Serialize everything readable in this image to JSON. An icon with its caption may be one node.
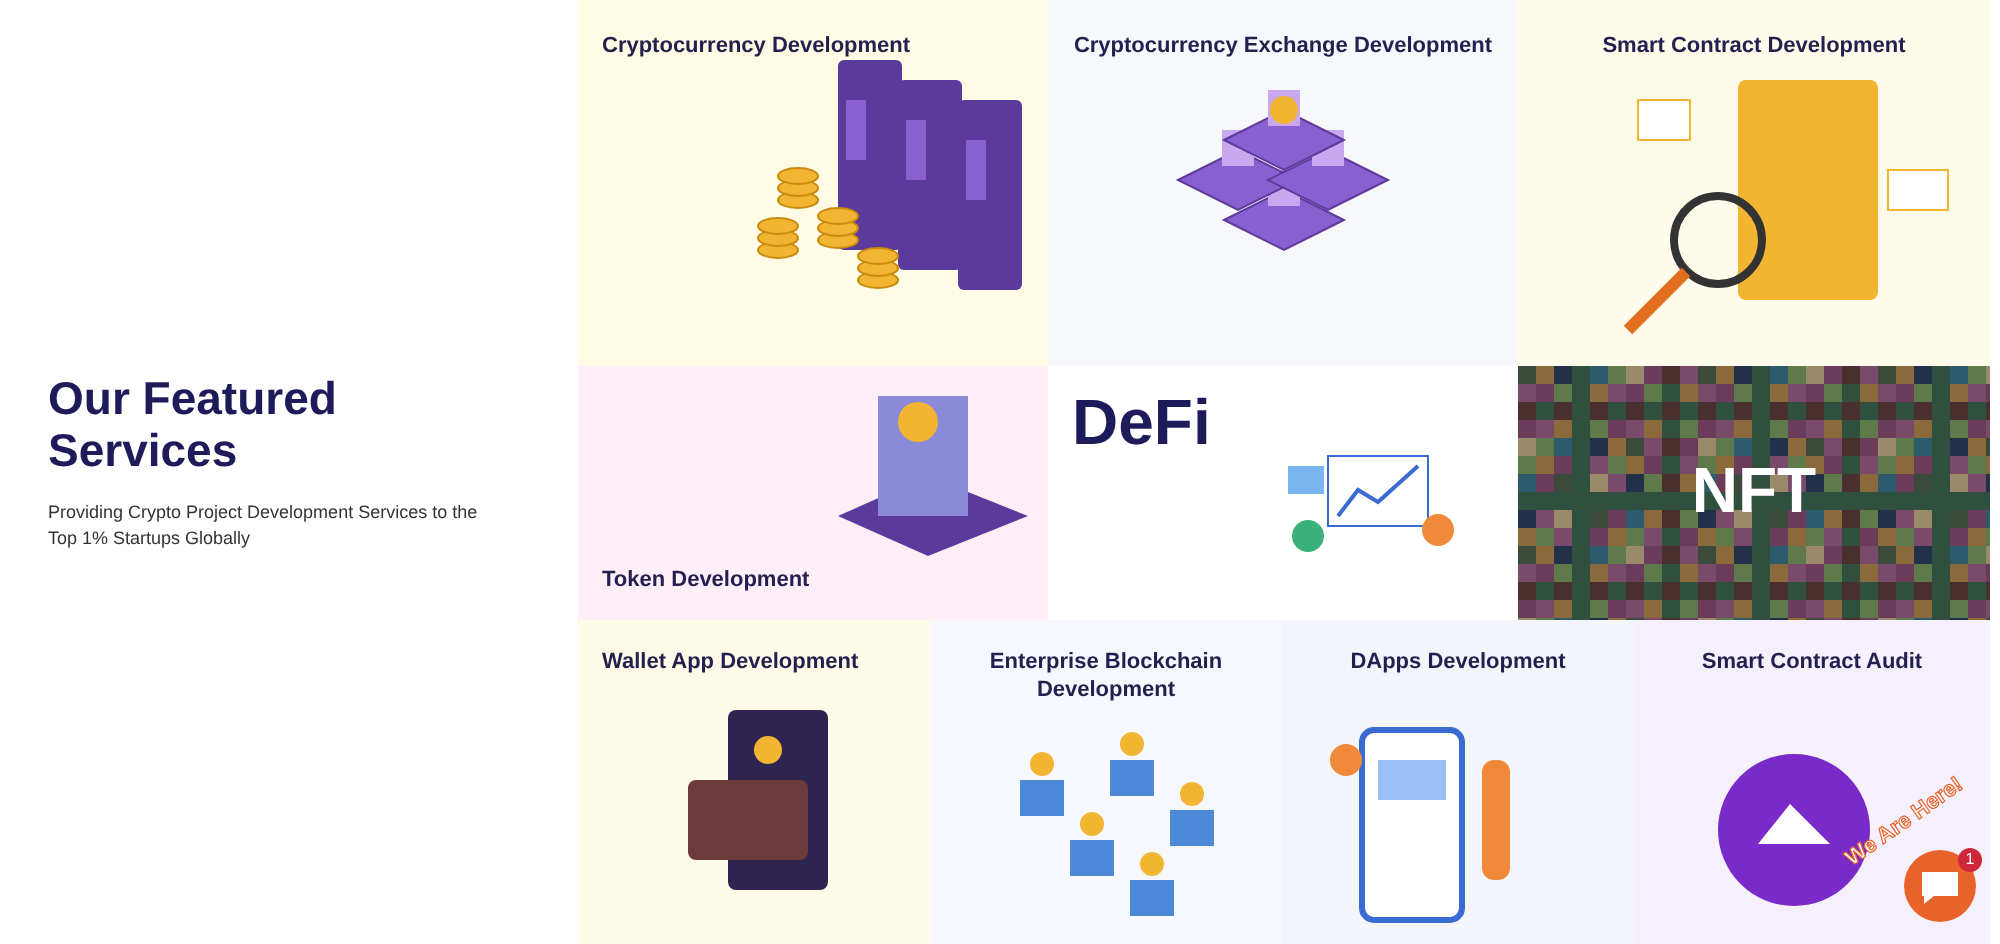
{
  "diagram": {
    "title": "Our Featured Services",
    "nodes": [
      {
        "text": [
          "Cryptocurrency Development"
        ]
      },
      {
        "text": [
          "Cryptocurrency Exchange Development"
        ]
      },
      {
        "text": [
          "Smart Contract Development"
        ]
      },
      {
        "text": [
          "Token Development"
        ]
      },
      {
        "text": [
          "DeFi"
        ]
      },
      {
        "text": [
          "NFT"
        ]
      },
      {
        "text": [
          "Wallet App Development"
        ]
      },
      {
        "text": [
          "Enterprise Blockchain Development"
        ]
      },
      {
        "text": [
          "DApps Development"
        ]
      },
      {
        "text": [
          "Smart Contract Audit"
        ]
      }
    ],
    "labels": [
      "Providing Crypto Project Development Services to the Top 1% Startups Globally",
      "We Are Here!",
      "1"
    ]
  }
}
